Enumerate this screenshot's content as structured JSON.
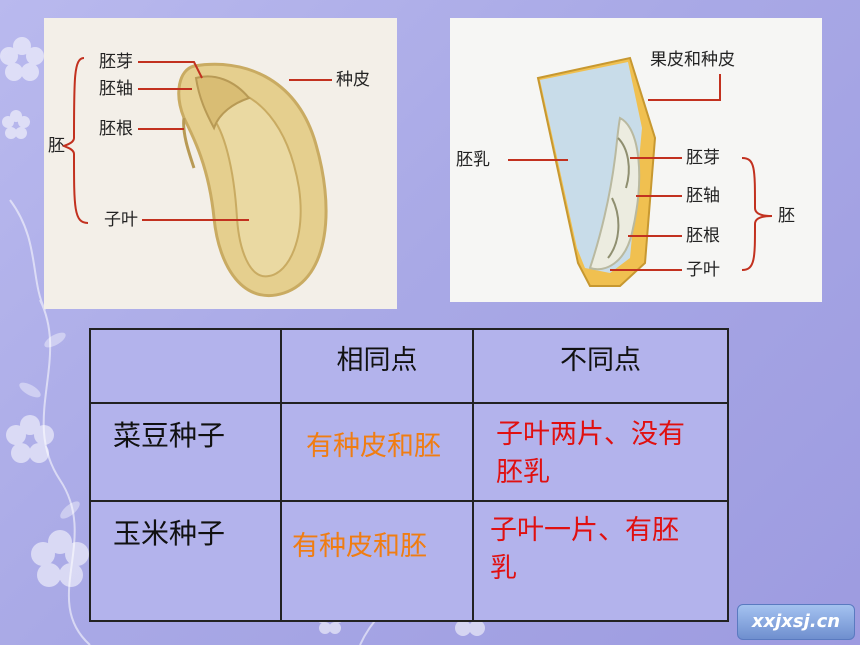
{
  "bean_diagram": {
    "labels": {
      "pei_ya": "胚芽",
      "pei_zhou": "胚轴",
      "pei_gen": "胚根",
      "zi_ye": "子叶",
      "zhong_pi": "种皮",
      "pei": "胚"
    },
    "colors": {
      "seed": "#e5cf8e",
      "seed_edge": "#c9ab62",
      "line": "#c2311f"
    }
  },
  "corn_diagram": {
    "labels": {
      "guo_pi": "果皮和种皮",
      "pei_ru": "胚乳",
      "pei_ya": "胚芽",
      "pei_zhou": "胚轴",
      "pei_gen": "胚根",
      "zi_ye": "子叶",
      "pei": "胚"
    },
    "colors": {
      "endosperm": "#c8dce9",
      "husk": "#f0c050",
      "embryo": "#ecece0"
    }
  },
  "table": {
    "headers": [
      "",
      "相同点",
      "不同点"
    ],
    "rows": [
      {
        "name": "菜豆种子",
        "same": "有种皮和胚",
        "diff": "子叶两片、没有胚乳"
      },
      {
        "name": "玉米种子",
        "same": "有种皮和胚",
        "diff": "子叶一片、有胚乳"
      }
    ]
  },
  "watermark": {
    "text": "xxjxsj.cn"
  },
  "colors": {
    "background": "#b3b3ec",
    "same_text": "#f07d12",
    "diff_text": "#e01010"
  }
}
